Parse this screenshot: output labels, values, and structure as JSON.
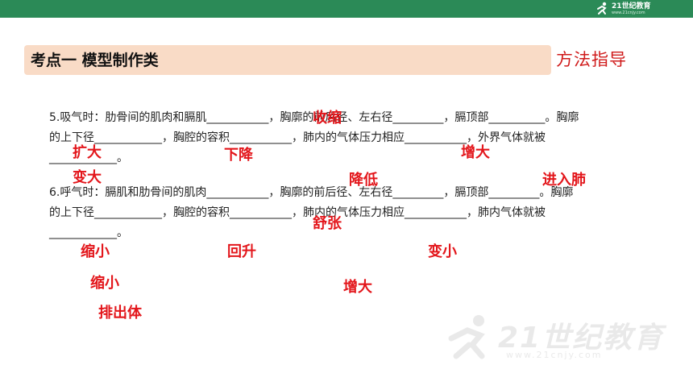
{
  "header": {
    "logo_text": "21世纪教育",
    "logo_sub": "www.21cnjy.com"
  },
  "title": "考点一  模型制作类",
  "method_label": "方法指导",
  "q5": {
    "line1": "5.吸气时：肋骨间的肌肉和膈肌___________，胸廓的前后径、左右径_________，膈顶部__________。胸廓",
    "line2": "的上下径____________，胸腔的容积___________，肺内的气体压力相应___________，外界气体就被",
    "line3": "____________。"
  },
  "q6": {
    "line1": "6.呼气时：膈肌和肋骨间的肌肉___________，胸廓的前后径、左右径_________，膈顶部_________。胸廓",
    "line2": "的上下径____________，胸腔的容积___________，肺内的气体压力相应___________，肺内气体就被",
    "line3": "____________。"
  },
  "answers": {
    "a1": "收缩",
    "a2": "扩大",
    "a3": "下降",
    "a4": "增大",
    "a5": "变大",
    "a6": "降低",
    "a7": "进入肺",
    "a8": "舒张",
    "a9": "缩小",
    "a10": "回升",
    "a11": "变小",
    "a12": "缩小",
    "a13": "增大",
    "a14": "排出体"
  },
  "watermark": {
    "text": "21世纪教育",
    "sub": "www.21cnjy.com"
  },
  "colors": {
    "top_bar": "#2b8a57",
    "title_band": "#f9dbc6",
    "answer_red": "#e3161b",
    "method_red": "#d01b1b"
  }
}
